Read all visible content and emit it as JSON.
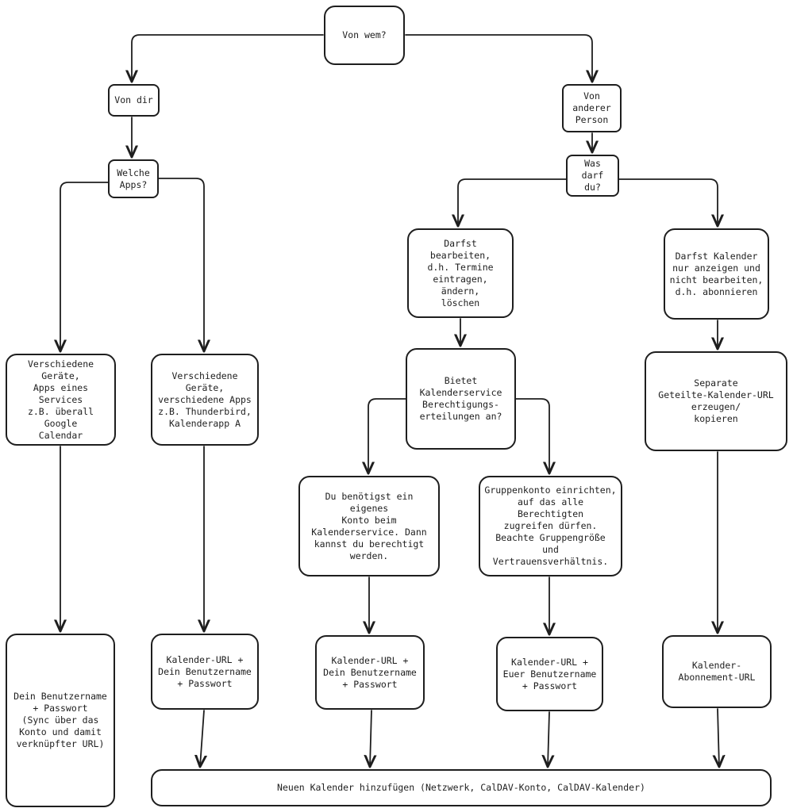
{
  "nodes": {
    "von_wem": "Von wem?",
    "von_dir": "Von dir",
    "von_anderer_person": "Von\nanderer\nPerson",
    "welche_apps": "Welche\nApps?",
    "was_darfst_du": "Was\ndarf du?",
    "darfst_bearbeiten": "Darfst bearbeiten,\nd.h. Termine\neintragen, ändern,\nlöschen",
    "darfst_anzeigen": "Darfst Kalender\nnur anzeigen und\nnicht bearbeiten,\nd.h. abonnieren",
    "verschiedene_geraete_services": "Verschiedene\nGeräte,\nApps eines\nServices\nz.B. überall Google\nCalendar",
    "verschiedene_geraete_apps": "Verschiedene\nGeräte,\nverschiedene Apps\nz.B. Thunderbird,\nKalenderapp A",
    "bietet_berechtigung": "Bietet\nKalenderservice\nBerechtigungs-\nerteilungen an?",
    "separate_url": "Separate\nGeteilte-Kalender-URL\nerzeugen/\nkopieren",
    "eigenes_konto": "Du benötigst ein eigenes\nKonto beim\nKalenderservice. Dann\nkannst du berechtigt\nwerden.",
    "gruppenkonto": "Gruppenkonto einrichten,\nauf das alle Berechtigten\nzugreifen dürfen.\nBeachte Gruppengröße\nund Vertrauensverhältnis.",
    "benutzername_sync": "Dein Benutzername\n+ Passwort\n(Sync über das\nKonto und damit\nverknüpfter URL)",
    "url_dein_1": "Kalender-URL +\nDein Benutzername\n+ Passwort",
    "url_dein_2": "Kalender-URL +\nDein Benutzername\n+ Passwort",
    "url_euer": "Kalender-URL +\nEuer Benutzername\n+ Passwort",
    "abonnement_url": "Kalender-\nAbonnement-URL",
    "neuen_kalender": "Neuen Kalender hinzufügen (Netzwerk, CalDAV-Konto, CalDAV-Kalender)"
  },
  "colors": {
    "stroke": "#1e1e1e",
    "background": "#ffffff"
  }
}
